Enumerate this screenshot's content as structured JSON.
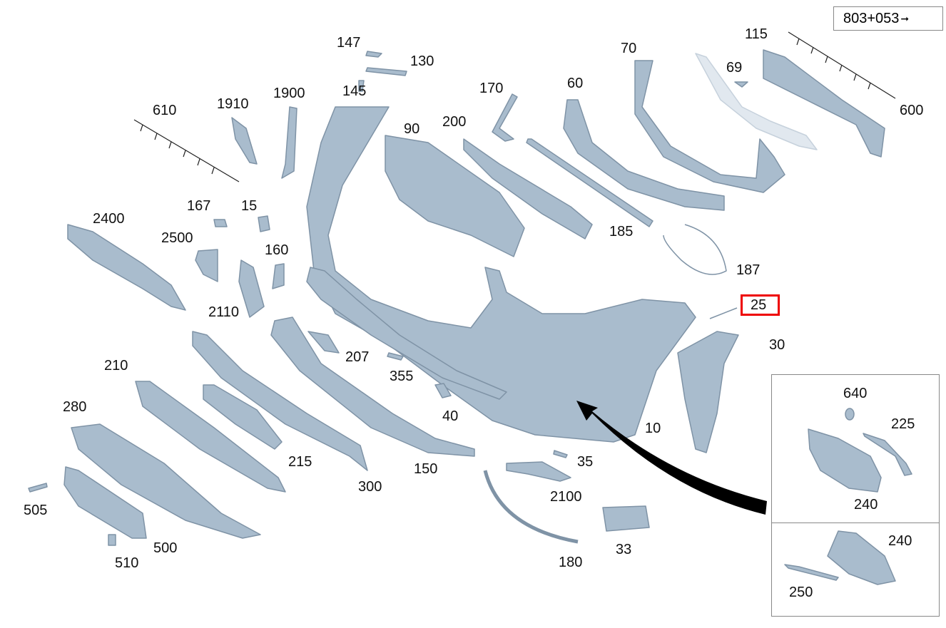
{
  "reference": {
    "text": "803+053",
    "arrow": "→"
  },
  "highlighted_part": "25",
  "labels": {
    "p147": "147",
    "p130": "130",
    "p145": "145",
    "p1900": "1900",
    "p1910": "1910",
    "p610": "610",
    "p170": "170",
    "p60": "60",
    "p70": "70",
    "p69": "69",
    "p115": "115",
    "p600": "600",
    "p90": "90",
    "p200": "200",
    "p167": "167",
    "p15": "15",
    "p2400": "2400",
    "p2500": "2500",
    "p160": "160",
    "p185": "185",
    "p187": "187",
    "p2110": "2110",
    "p25": "25",
    "p30": "30",
    "p207": "207",
    "p355": "355",
    "p210": "210",
    "p280": "280",
    "p40": "40",
    "p10": "10",
    "p215": "215",
    "p150": "150",
    "p35": "35",
    "p300": "300",
    "p2100": "2100",
    "p505": "505",
    "p500": "500",
    "p33": "33",
    "p510": "510",
    "p180": "180"
  },
  "inset": {
    "p640": "640",
    "p225": "225",
    "p240a": "240",
    "p240b": "240",
    "p250": "250"
  },
  "colors": {
    "part": "#a9bccd",
    "part_edge": "#7f93a6",
    "highlight": "#e00000"
  }
}
